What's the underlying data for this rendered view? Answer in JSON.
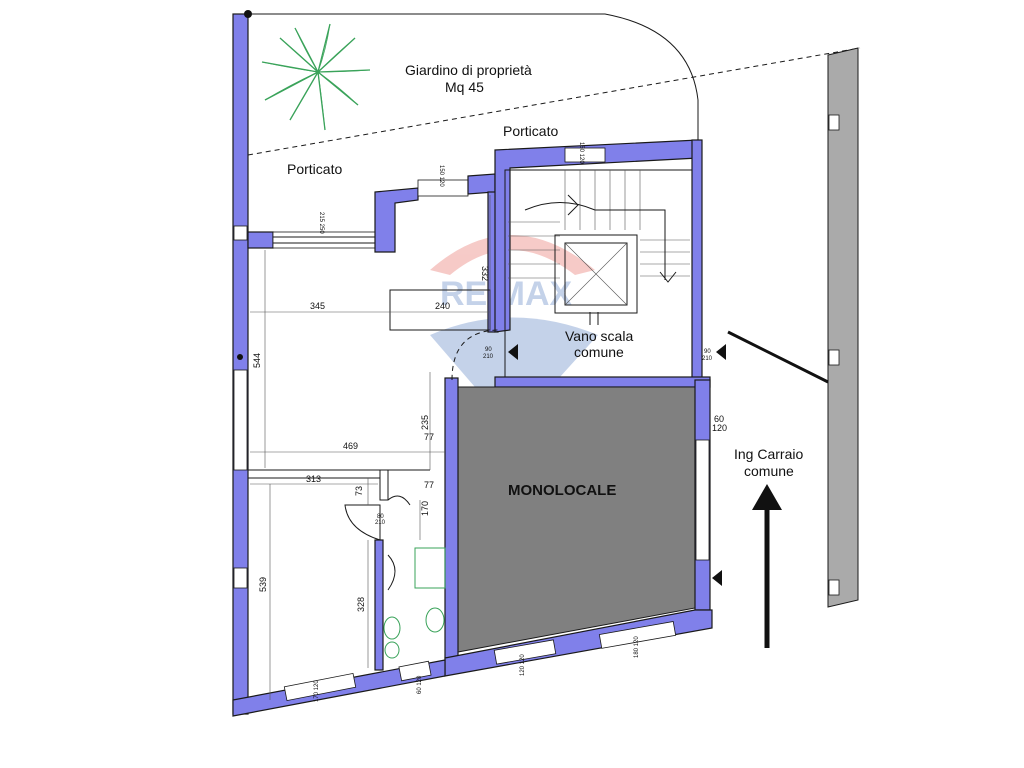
{
  "labels": {
    "garden_line1": "Giardino di proprietà",
    "garden_line2": "Mq 45",
    "portico_right": "Porticato",
    "portico_left": "Porticato",
    "stair_line1": "Vano scala",
    "stair_line2": "comune",
    "driveway_line1": "Ing Carraio",
    "driveway_line2": "comune",
    "unit": "MONOLOCALE"
  },
  "watermark": {
    "text": "RE/MAX",
    "color_red": "#e0453a",
    "color_blue": "#2f5fb3"
  },
  "dimensions": {
    "d345": "345",
    "d240": "240",
    "d332": "332",
    "d544": "544",
    "d235": "235",
    "d77a": "77",
    "d469": "469",
    "d313": "313",
    "d73": "73",
    "d77b": "77",
    "d170": "170",
    "d539": "539",
    "d328": "328",
    "d90_210_a": "90",
    "d90_210_a2": "210",
    "d90_210_b": "90",
    "d90_210_b2": "210",
    "d60": "60",
    "d120r": "120",
    "d80": "80",
    "d210d": "210",
    "w150_120_top": "150 120",
    "w150_120_stair": "150 120",
    "w215_250": "215 250",
    "w170_120": "170 120",
    "w60_120": "60 120",
    "w120_120": "120 120",
    "w180_120": "180 120"
  },
  "colors": {
    "wall": "#8080ea",
    "unit_fill": "#808080",
    "plant": "#3aa35a"
  },
  "icons": {
    "plant": "palm-plant-icon",
    "arrow": "driveway-arrow-icon",
    "elevator": "elevator-cross-icon"
  }
}
